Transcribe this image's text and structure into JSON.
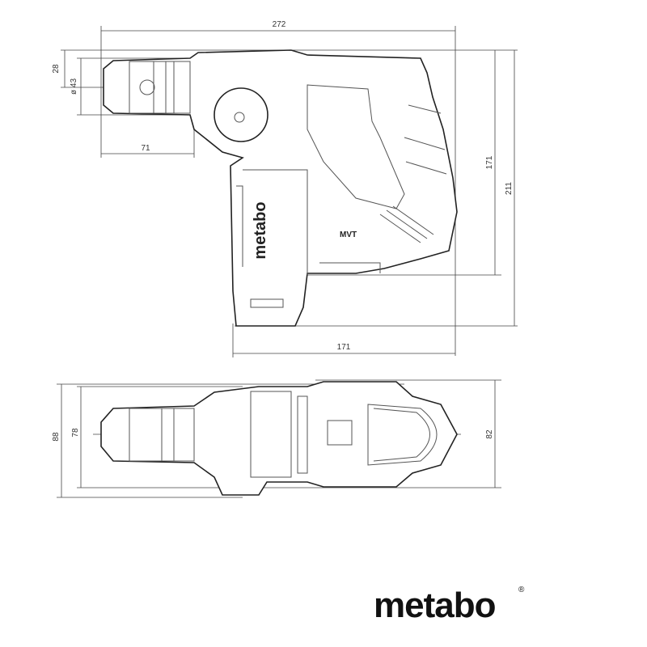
{
  "dimensions": {
    "overall_length": "272",
    "chuck_offset": "28",
    "chuck_diameter": "ø 43",
    "chuck_length": "71",
    "grip_height": "171",
    "overall_height": "211",
    "base_length": "171",
    "top_width_outer": "88",
    "top_width_inner": "78",
    "top_width_right": "82"
  },
  "brand": {
    "logo": "metabo",
    "registered": "®",
    "side_logo": "metabo",
    "motor_label": "MVT"
  }
}
